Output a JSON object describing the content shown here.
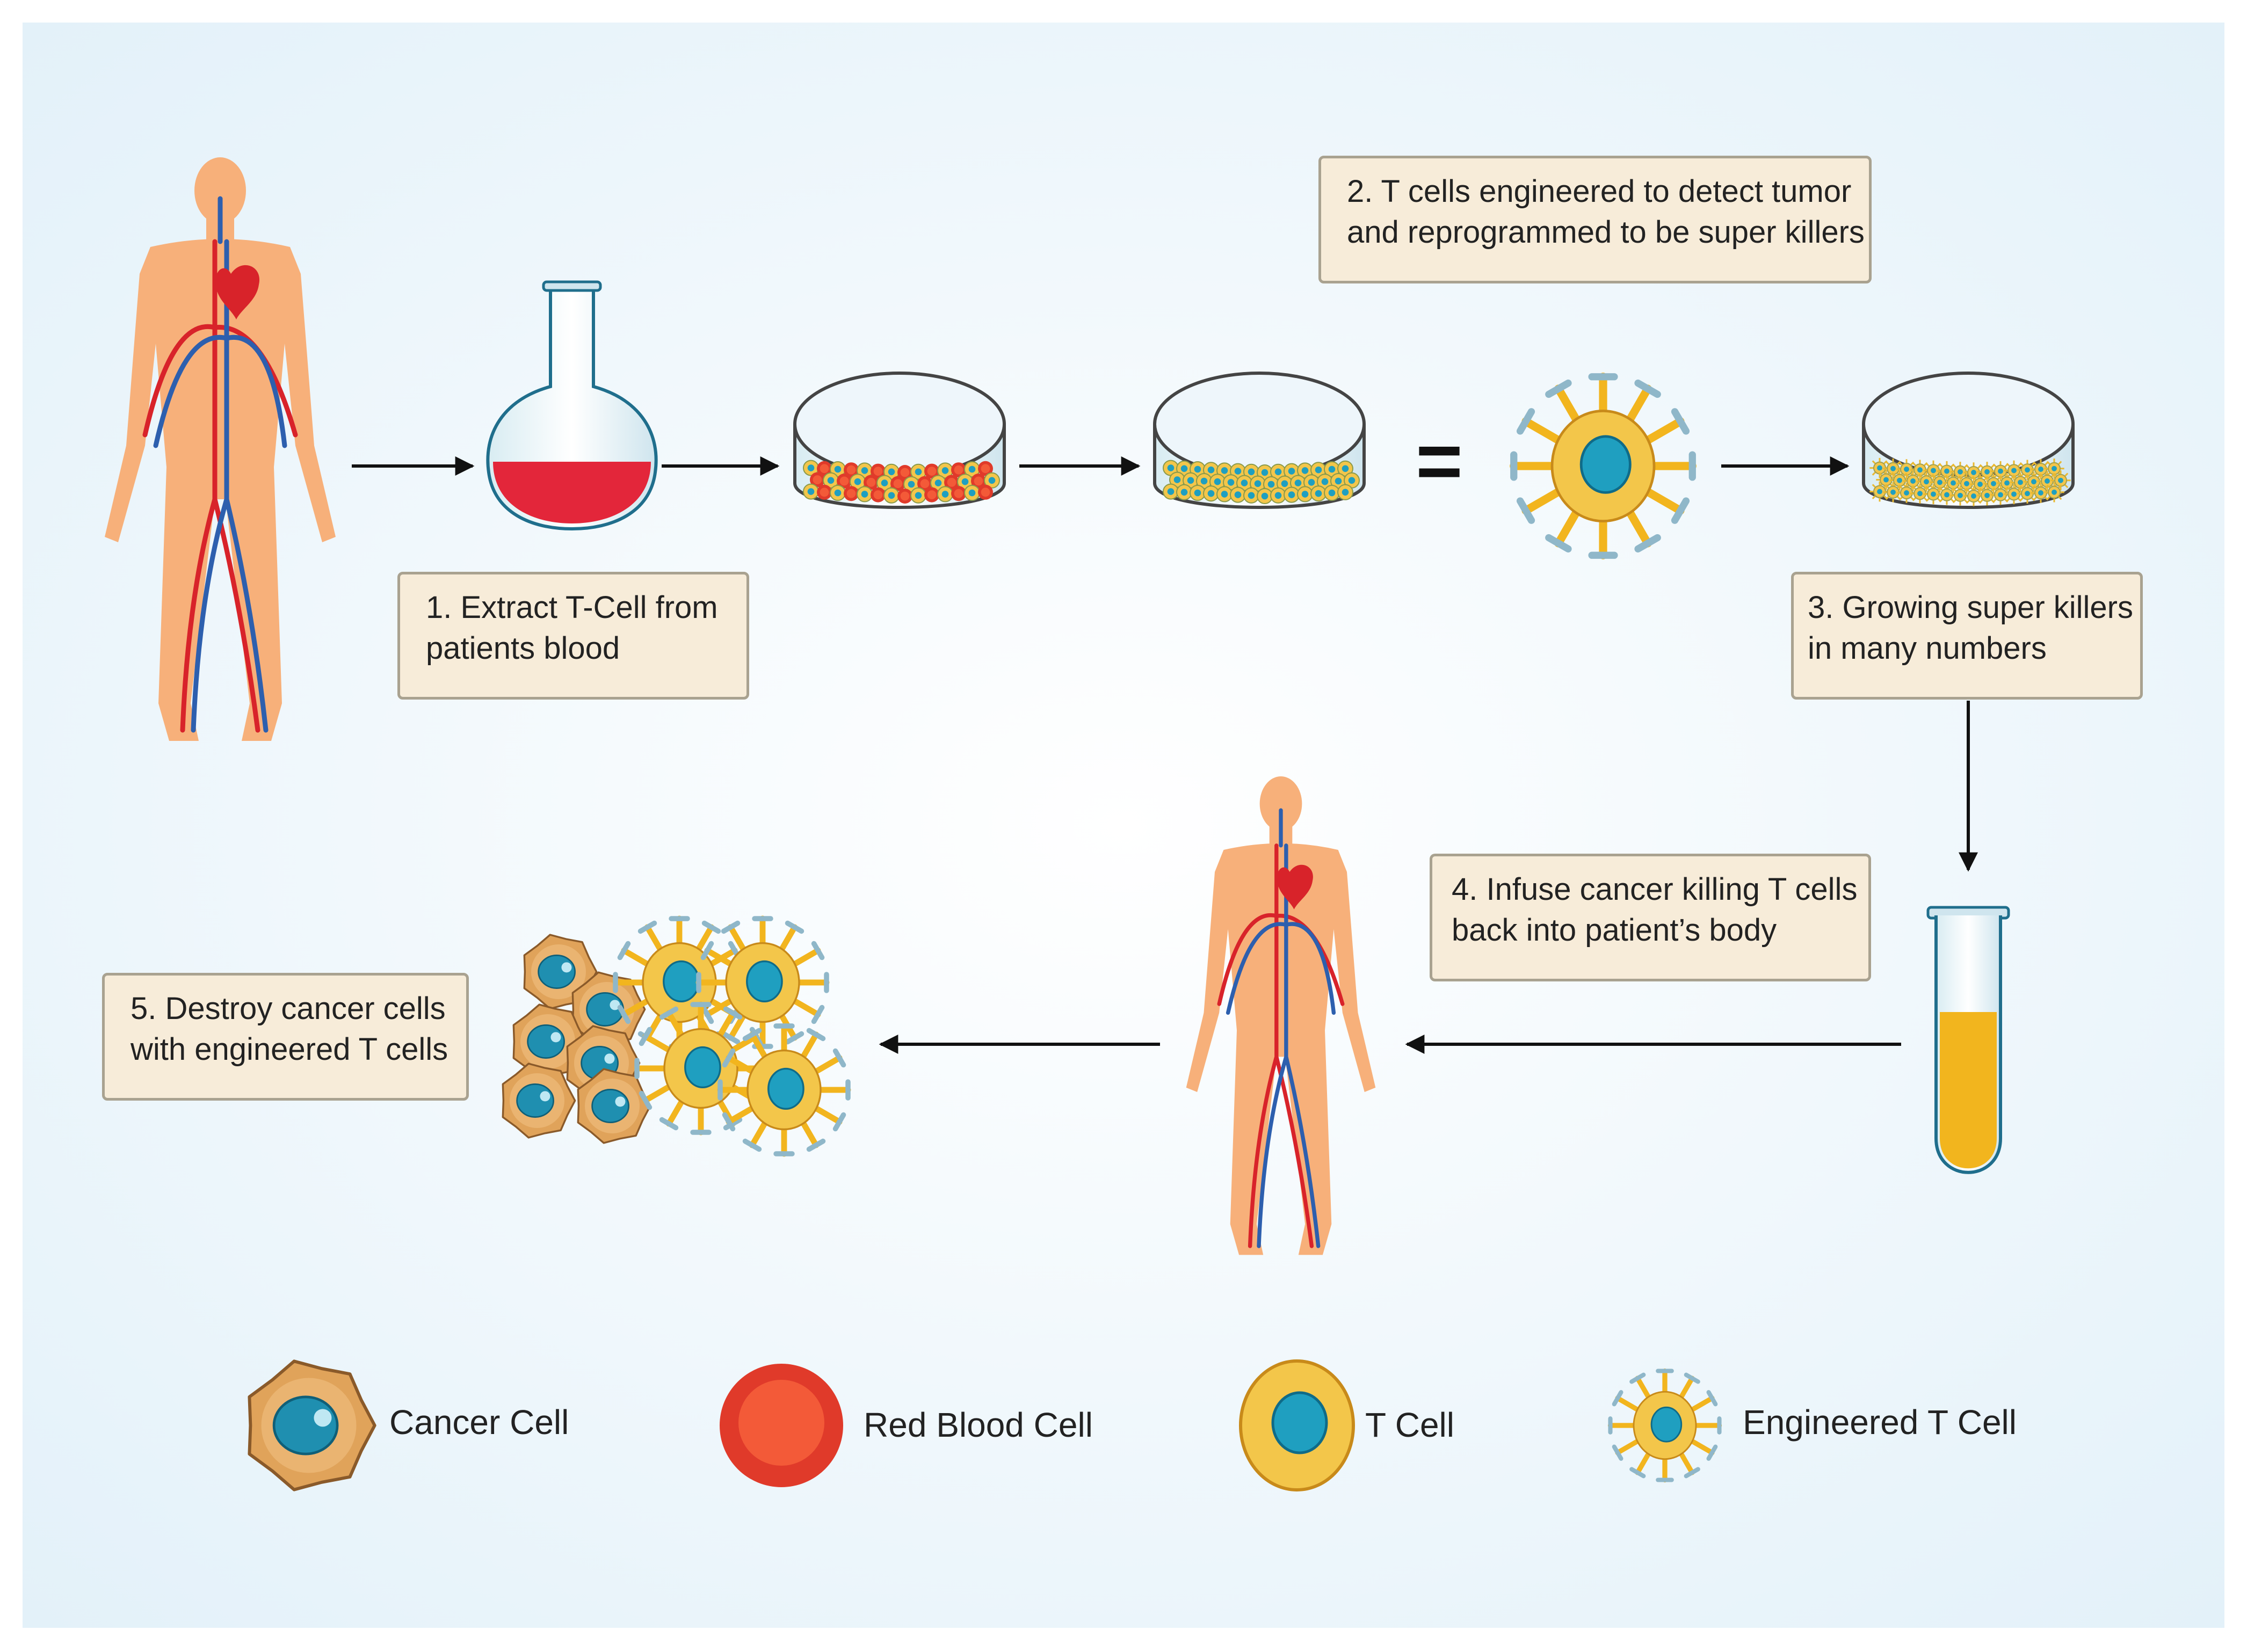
{
  "steps": {
    "step1": {
      "line1": "1. Extract T-Cell from",
      "line2": "patients blood"
    },
    "step2": {
      "line1": "2. T cells engineered to detect tumor",
      "line2": "and reprogrammed to be super killers"
    },
    "step3": {
      "line1": "3. Growing super killers",
      "line2": "in many numbers"
    },
    "step4": {
      "line1": "4. Infuse cancer killing T cells",
      "line2": "back into patient’s body"
    },
    "step5": {
      "line1": "5. Destroy cancer cells",
      "line2": "with engineered T cells"
    }
  },
  "equals_sign": "=",
  "legend": {
    "cancer_cell": "Cancer Cell",
    "red_blood_cell": "Red Blood Cell",
    "t_cell": "T Cell",
    "engineered_t_cell": "Engineered T Cell"
  },
  "colors": {
    "background": "#eef6fb",
    "box_fill": "#f7ecd9",
    "box_border": "#a9a290",
    "blood_red": "#e3263a",
    "t_cell_yellow": "#f3c64a",
    "nucleus_teal": "#1f9fc0",
    "cancer_orange": "#e0a35a",
    "body_skin": "#f7b07a",
    "artery_red": "#d8232a",
    "vein_blue": "#2d5fae",
    "serum_yellow": "#f2b51e"
  }
}
